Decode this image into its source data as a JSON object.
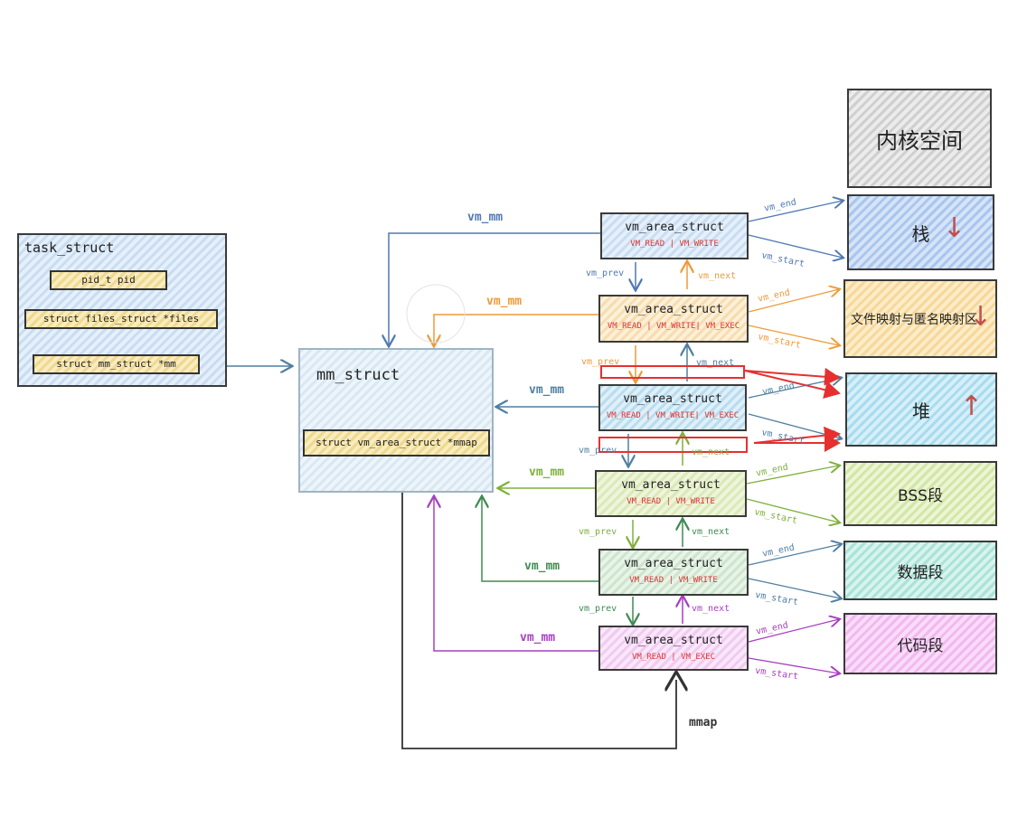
{
  "task_struct": {
    "title": "task_struct",
    "fields": [
      "pid_t  pid",
      "struct files_struct *files",
      "struct mm_struct    *mm"
    ]
  },
  "mm_struct": {
    "title": "mm_struct",
    "field": "struct vm_area_struct *mmap",
    "mmap_label": "mmap"
  },
  "vmas": [
    {
      "name": "vm_area_struct",
      "flags": "VM_READ | VM_WRITE"
    },
    {
      "name": "vm_area_struct",
      "flags": "VM_READ | VM_WRITE| VM_EXEC"
    },
    {
      "name": "vm_area_struct",
      "flags": "VM_READ | VM_WRITE| VM_EXEC"
    },
    {
      "name": "vm_area_struct",
      "flags": "VM_READ | VM_WRITE"
    },
    {
      "name": "vm_area_struct",
      "flags": "VM_READ | VM_WRITE"
    },
    {
      "name": "vm_area_struct",
      "flags": "VM_READ | VM_EXEC"
    }
  ],
  "segments": [
    "内核空间",
    "栈",
    "文件映射与匿名映射区",
    "堆",
    "BSS段",
    "数据段",
    "代码段"
  ],
  "labels": {
    "vm_mm": "vm_mm",
    "vm_prev": "vm_prev",
    "vm_next": "vm_next",
    "vm_end": "vm_end",
    "vm_start": "vm_start"
  },
  "colors": {
    "blue": "#4f79b4",
    "orange": "#ee9a3a",
    "steel": "#4f7fa0",
    "green": "#7fb03a",
    "dgreen": "#3e8b52",
    "purple": "#a83fbf",
    "red": "#e63030",
    "dark": "#333333"
  }
}
